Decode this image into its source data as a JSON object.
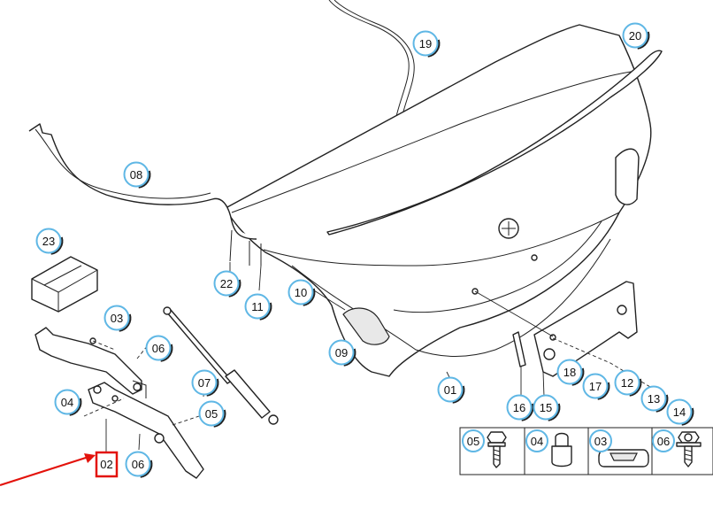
{
  "callouts": [
    {
      "id": "19",
      "label": "19"
    },
    {
      "id": "20",
      "label": "20"
    },
    {
      "id": "08",
      "label": "08"
    },
    {
      "id": "23",
      "label": "23"
    },
    {
      "id": "22",
      "label": "22"
    },
    {
      "id": "11",
      "label": "11"
    },
    {
      "id": "10",
      "label": "10"
    },
    {
      "id": "03",
      "label": "03"
    },
    {
      "id": "06a",
      "label": "06"
    },
    {
      "id": "09",
      "label": "09"
    },
    {
      "id": "07",
      "label": "07"
    },
    {
      "id": "01",
      "label": "01"
    },
    {
      "id": "04",
      "label": "04"
    },
    {
      "id": "05",
      "label": "05"
    },
    {
      "id": "06b",
      "label": "06"
    },
    {
      "id": "18",
      "label": "18"
    },
    {
      "id": "17",
      "label": "17"
    },
    {
      "id": "12",
      "label": "12"
    },
    {
      "id": "16",
      "label": "16"
    },
    {
      "id": "15",
      "label": "15"
    },
    {
      "id": "13",
      "label": "13"
    },
    {
      "id": "14",
      "label": "14"
    }
  ],
  "highlighted_part": {
    "label": "02"
  },
  "legend": [
    {
      "label": "05",
      "icon": "bolt-flange-icon"
    },
    {
      "label": "04",
      "icon": "rubber-buffer-icon"
    },
    {
      "label": "03",
      "icon": "grommet-icon"
    },
    {
      "label": "06",
      "icon": "hex-bolt-icon"
    }
  ],
  "colors": {
    "callout_ring": "#5fb7e5",
    "highlight": "#e3120b",
    "line": "#222222"
  }
}
